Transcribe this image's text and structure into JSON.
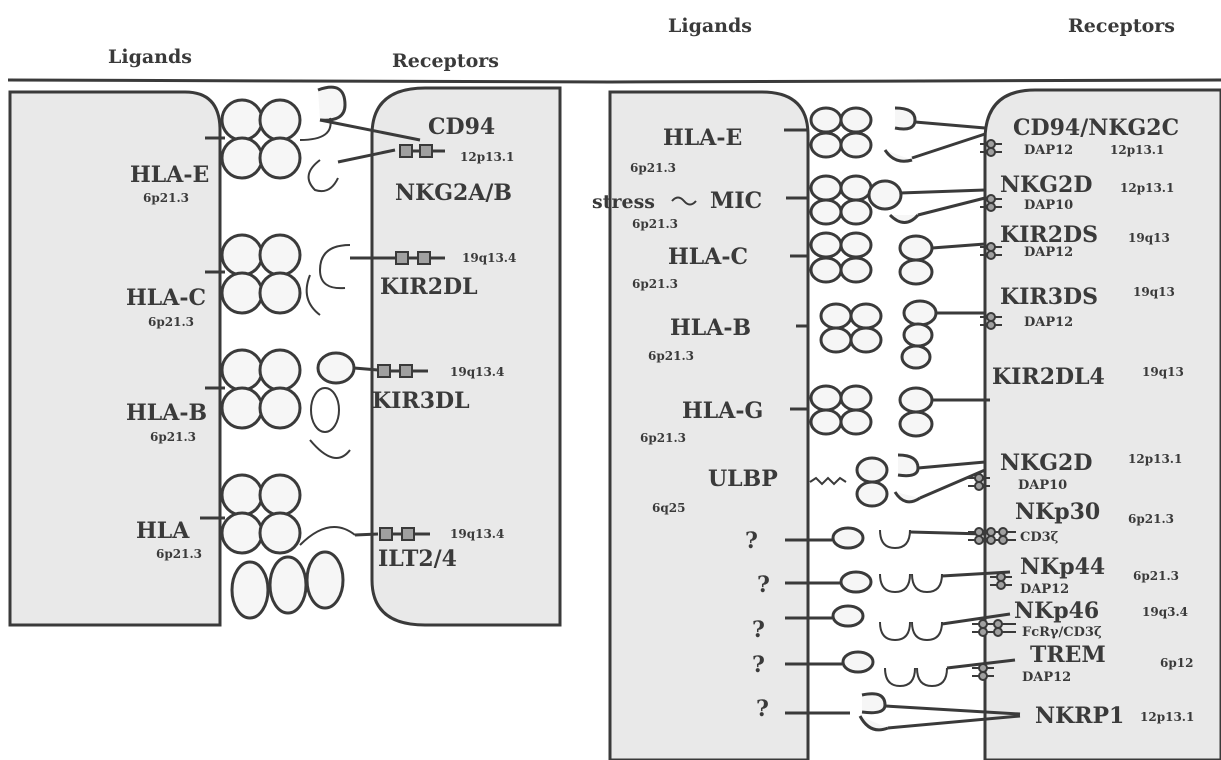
{
  "left_panel": {
    "header_ligands": "Ligands",
    "header_receptors": "Receptors",
    "rows": [
      {
        "ligand": "HLA-E",
        "ligand_locus": "6p21.3",
        "receptor_top": "CD94",
        "receptor_bottom": "NKG2A/B",
        "receptor_locus": "12p13.1"
      },
      {
        "ligand": "HLA-C",
        "ligand_locus": "6p21.3",
        "receptor": "KIR2DL",
        "receptor_locus": "19q13.4"
      },
      {
        "ligand": "HLA-B",
        "ligand_locus": "6p21.3",
        "receptor": "KIR3DL",
        "receptor_locus": "19q13.4"
      },
      {
        "ligand": "HLA",
        "ligand_locus": "6p21.3",
        "receptor": "ILT2/4",
        "receptor_locus": "19q13.4"
      }
    ]
  },
  "right_panel": {
    "header_ligands": "Ligands",
    "header_receptors": "Receptors",
    "stress_label": "stress",
    "rows": [
      {
        "ligand": "HLA-E",
        "ligand_locus": "6p21.3",
        "receptor": "CD94/NKG2C",
        "adaptor": "DAP12",
        "receptor_locus": "12p13.1"
      },
      {
        "ligand": "MIC",
        "ligand_locus": "6p21.3",
        "receptor": "NKG2D",
        "adaptor": "DAP10",
        "receptor_locus": "12p13.1"
      },
      {
        "ligand": "HLA-C",
        "ligand_locus": "6p21.3",
        "receptor": "KIR2DS",
        "adaptor": "DAP12",
        "receptor_locus": "19q13"
      },
      {
        "ligand": "HLA-B",
        "ligand_locus": "6p21.3",
        "receptor": "KIR3DS",
        "adaptor": "DAP12",
        "receptor_locus": "19q13"
      },
      {
        "ligand": "HLA-G",
        "ligand_locus": "6p21.3",
        "receptor": "KIR2DL4",
        "adaptor": "",
        "receptor_locus": "19q13"
      },
      {
        "ligand": "ULBP",
        "ligand_locus": "6q25",
        "receptor": "NKG2D",
        "adaptor": "DAP10",
        "receptor_locus": "12p13.1"
      },
      {
        "ligand": "?",
        "ligand_locus": "",
        "receptor": "NKp30",
        "adaptor": "CD3ζ",
        "receptor_locus": "6p21.3"
      },
      {
        "ligand": "?",
        "ligand_locus": "",
        "receptor": "NKp44",
        "adaptor": "DAP12",
        "receptor_locus": "6p21.3"
      },
      {
        "ligand": "?",
        "ligand_locus": "",
        "receptor": "NKp46",
        "adaptor": "FcRγ/CD3ζ",
        "receptor_locus": "19q3.4"
      },
      {
        "ligand": "?",
        "ligand_locus": "",
        "receptor": "TREM",
        "adaptor": "DAP12",
        "receptor_locus": "6p12"
      },
      {
        "ligand": "?",
        "ligand_locus": "",
        "receptor": "NKRP1",
        "adaptor": "",
        "receptor_locus": "12p13.1"
      }
    ]
  }
}
